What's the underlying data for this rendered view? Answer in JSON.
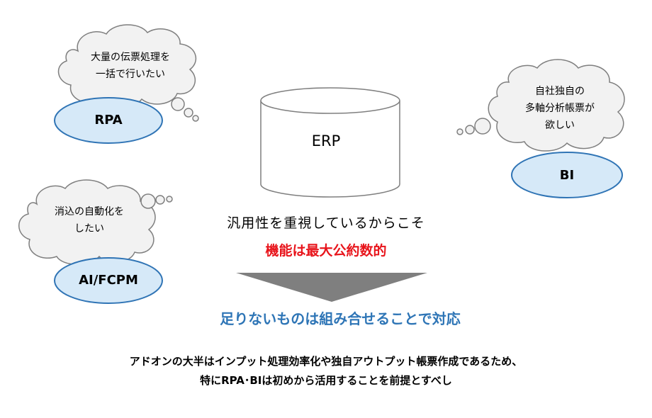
{
  "erp": {
    "label": "ERP"
  },
  "tools": [
    {
      "id": "rpa",
      "label": "RPA",
      "bubble_lines": [
        "大量の伝票処理を",
        "一括で行いたい"
      ]
    },
    {
      "id": "bi",
      "label": "BI",
      "bubble_lines": [
        "自社独自の",
        "多軸分析帳票が",
        "欲しい"
      ]
    },
    {
      "id": "aifcpm",
      "label": "AI/FCPM",
      "bubble_lines": [
        "消込の自動化を",
        "したい"
      ]
    }
  ],
  "center_text": {
    "line1": "汎用性を重視しているからこそ",
    "line2": "機能は最大公約数的"
  },
  "conclusion": "足りないものは組み合せることで対応",
  "summary": [
    "アドオンの大半はインプット処理効率化や独自アウトプット帳票作成であるため、",
    "特にRPA･BIは初めから活用することを前提とすべし"
  ],
  "colors": {
    "ellipse_fill": "#d6e9f8",
    "ellipse_stroke": "#2f74b5",
    "cloud_fill": "#f2f2f2",
    "cloud_stroke": "#7f7f7f",
    "arrow_fill": "#7f7f7f",
    "highlight_red": "#e8141b",
    "conclusion_blue": "#2e75b6"
  }
}
